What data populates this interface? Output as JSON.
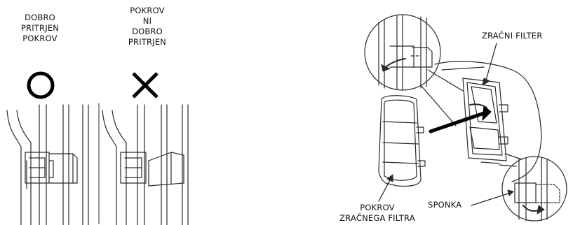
{
  "left_panel": {
    "correct_label": [
      "DOBRO",
      "PRITRJEN",
      "POKROV"
    ],
    "incorrect_label": [
      "POKROV",
      "NI",
      "DOBRO",
      "PRITRJEN"
    ],
    "correct_icon": "circle-icon",
    "incorrect_icon": "cross-icon"
  },
  "right_panel": {
    "air_filter_label": "ZRAČNI FILTER",
    "cover_label": [
      "POKROV",
      "ZRAČNEGA FILTRA"
    ],
    "clip_label": "SPONKA"
  },
  "colors": {
    "line": "#2a2a2a",
    "background": "#ffffff"
  }
}
